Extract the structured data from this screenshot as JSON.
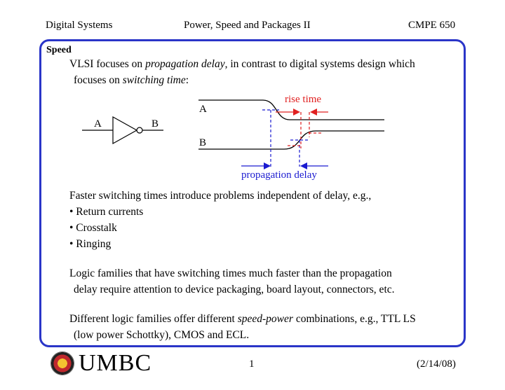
{
  "header": {
    "left": "Digital Systems",
    "center": "Power, Speed and Packages II",
    "right": "CMPE 650"
  },
  "section_title": "Speed",
  "para1": {
    "before": "VLSI focuses on ",
    "em1": "propagation delay",
    "middle": ", in contrast to digital systems design which",
    "cont_before": "focuses on ",
    "em2": "switching time",
    "after": ":"
  },
  "diagram": {
    "gate_input_label": "A",
    "gate_output_label": "B",
    "waveform_a_label": "A",
    "waveform_b_label": "B",
    "rise_time_label": "rise time",
    "propagation_delay_label": "propagation delay",
    "colors": {
      "rise_time": "#e02020",
      "propagation_delay": "#1a1ad0",
      "frame": "#2a35c8"
    }
  },
  "bullets_intro": "Faster switching times introduce problems independent of delay, e.g.,",
  "bullets": [
    "• Return currents",
    "• Crosstalk",
    "• Ringing"
  ],
  "para3": {
    "line1": "Logic families that have switching times much faster than the propagation",
    "line2": "delay require attention to device packaging, board layout, connectors, etc."
  },
  "para4": {
    "before": "Different logic families offer different ",
    "em": "speed-power",
    "after": " combinations, e.g., TTL LS",
    "line2": "(low power Schottky), CMOS and ECL."
  },
  "footer": {
    "logo_text": "UMBC",
    "logo_icon": "umbc-seal-icon",
    "page_number": "1",
    "date": "(2/14/08)"
  }
}
